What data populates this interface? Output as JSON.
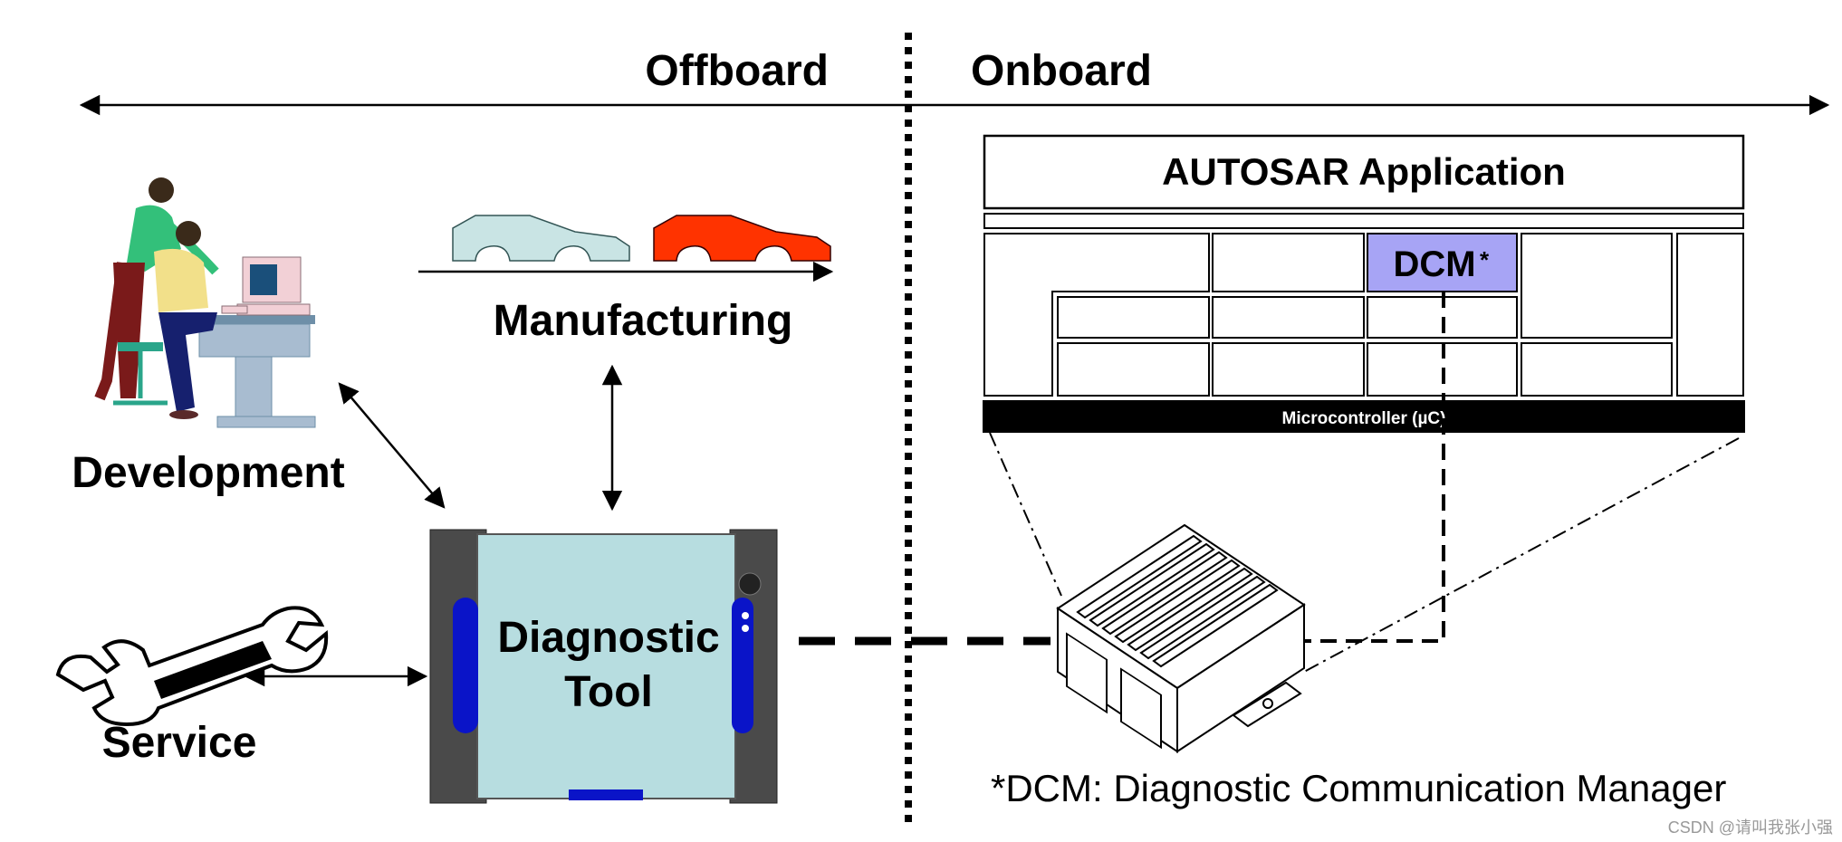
{
  "labels": {
    "offboard": "Offboard",
    "onboard": "Onboard",
    "manufacturing": "Manufacturing",
    "development": "Development",
    "service": "Service",
    "diagnostic_line1": "Diagnostic",
    "diagnostic_line2": "Tool",
    "autosar_app": "AUTOSAR Application",
    "dcm": "DCM",
    "dcm_star": "*",
    "microcontroller": "Microcontroller (µC)",
    "footnote": "*DCM: Diagnostic Communication Manager",
    "watermark": "CSDN @请叫我张小强"
  },
  "colors": {
    "dcm_fill": "#a7a4f5",
    "car_light": "#c9e4e4",
    "car_red": "#ff3300",
    "tool_body": "#b7dde0",
    "tool_side": "#4a4a4a",
    "tool_blue": "#0a14c8",
    "micro_bar": "#000000"
  },
  "icons": {
    "development": "people-at-computer-icon",
    "service": "wrench-icon",
    "manufacturing": "cars-icon",
    "ecu": "ecu-module-icon"
  }
}
